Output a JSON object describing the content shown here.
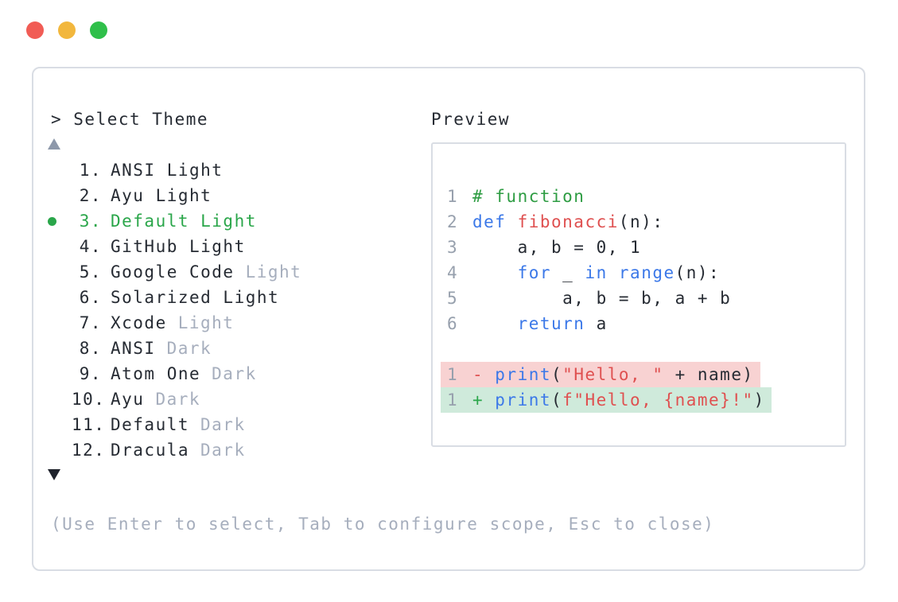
{
  "window": {
    "traffic_lights": [
      "close-button",
      "minimize-button",
      "zoom-button"
    ]
  },
  "theme_selector": {
    "prompt": "> Select Theme",
    "up_arrow": "scroll-up-indicator",
    "down_arrow": "scroll-down-indicator",
    "items": [
      {
        "num": "1.",
        "main": "ANSI Light",
        "muted": "",
        "selected": false
      },
      {
        "num": "2.",
        "main": "Ayu Light",
        "muted": "",
        "selected": false
      },
      {
        "num": "3.",
        "main": "Default Light",
        "muted": "",
        "selected": true
      },
      {
        "num": "4.",
        "main": "GitHub Light",
        "muted": "",
        "selected": false
      },
      {
        "num": "5.",
        "main": "Google Code",
        "muted": "Light",
        "selected": false
      },
      {
        "num": "6.",
        "main": "Solarized Light",
        "muted": "",
        "selected": false
      },
      {
        "num": "7.",
        "main": "Xcode",
        "muted": "Light",
        "selected": false
      },
      {
        "num": "8.",
        "main": "ANSI",
        "muted": "Dark",
        "selected": false
      },
      {
        "num": "9.",
        "main": "Atom One",
        "muted": "Dark",
        "selected": false
      },
      {
        "num": "10.",
        "main": "Ayu",
        "muted": "Dark",
        "selected": false
      },
      {
        "num": "11.",
        "main": "Default",
        "muted": "Dark",
        "selected": false
      },
      {
        "num": "12.",
        "main": "Dracula",
        "muted": "Dark",
        "selected": false
      }
    ],
    "hint": "(Use Enter to select, Tab to configure scope, Esc to close)"
  },
  "preview": {
    "title": "Preview",
    "code_lines": [
      {
        "num": "1",
        "tokens": [
          [
            "com",
            "# function"
          ]
        ]
      },
      {
        "num": "2",
        "tokens": [
          [
            "kw",
            "def"
          ],
          [
            "pl",
            " "
          ],
          [
            "fn",
            "fibonacci"
          ],
          [
            "pl",
            "(n):"
          ]
        ]
      },
      {
        "num": "3",
        "tokens": [
          [
            "pl",
            "    a, b = 0, 1"
          ]
        ]
      },
      {
        "num": "4",
        "tokens": [
          [
            "pl",
            "    "
          ],
          [
            "kw",
            "for"
          ],
          [
            "pl",
            " _ "
          ],
          [
            "kw",
            "in"
          ],
          [
            "pl",
            " "
          ],
          [
            "kw",
            "range"
          ],
          [
            "pl",
            "(n):"
          ]
        ]
      },
      {
        "num": "5",
        "tokens": [
          [
            "pl",
            "        a, b = b, a + b"
          ]
        ]
      },
      {
        "num": "6",
        "tokens": [
          [
            "pl",
            "    "
          ],
          [
            "kw",
            "return"
          ],
          [
            "pl",
            " a"
          ]
        ]
      },
      {
        "num": "",
        "tokens": []
      },
      {
        "num": "1",
        "bg": "del",
        "tokens": [
          [
            "del",
            "- "
          ],
          [
            "kw",
            "print"
          ],
          [
            "pl",
            "("
          ],
          [
            "str",
            "\"Hello, \""
          ],
          [
            "pl",
            " + name)"
          ]
        ]
      },
      {
        "num": "1",
        "bg": "add",
        "tokens": [
          [
            "add",
            "+ "
          ],
          [
            "kw",
            "print"
          ],
          [
            "pl",
            "("
          ],
          [
            "str",
            "f\"Hello, {name}!\""
          ],
          [
            "pl",
            ")"
          ]
        ]
      }
    ]
  },
  "colors": {
    "traffic_red": "#f15c55",
    "traffic_yellow": "#f2b73d",
    "traffic_green": "#2fbf4a",
    "text": "#262b33",
    "muted": "#a6aebd",
    "line_number": "#97a0ad",
    "green": "#2aa64a",
    "comment": "#2d9c42",
    "keyword": "#3b78e8",
    "string": "#df5050",
    "diff_del_bg": "#f8d2d2",
    "diff_add_bg": "#cfeadb",
    "border": "#d9dde4",
    "arrow_up": "#8d98aa",
    "arrow_down": "#1e222b",
    "bg": "#ffffff"
  }
}
